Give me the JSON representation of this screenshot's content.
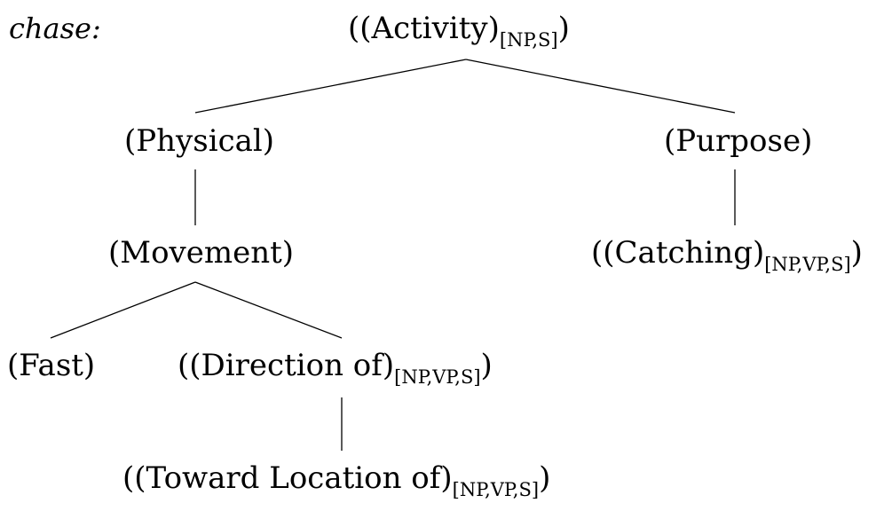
{
  "lemma": "chase:",
  "nodes": {
    "activity": {
      "open": "((",
      "text": "Activity",
      "close_inner": ")",
      "sub": "[NP,S]",
      "close_outer": ")"
    },
    "physical": {
      "text": "(Physical)"
    },
    "purpose": {
      "text": "(Purpose)"
    },
    "movement": {
      "text": "(Movement)"
    },
    "catching": {
      "open": "((",
      "text": "Catching",
      "close_inner": ")",
      "sub": "[NP,VP,S]",
      "close_outer": ")"
    },
    "fast": {
      "text": "(Fast)"
    },
    "direction": {
      "open": "((",
      "text": "Direction of",
      "close_inner": ")",
      "sub": "[NP,VP,S]",
      "close_outer": ")"
    },
    "toward": {
      "open": "((",
      "text": "Toward Location of",
      "close_inner": ")",
      "sub": "[NP,VP,S]",
      "close_outer": ")"
    }
  }
}
